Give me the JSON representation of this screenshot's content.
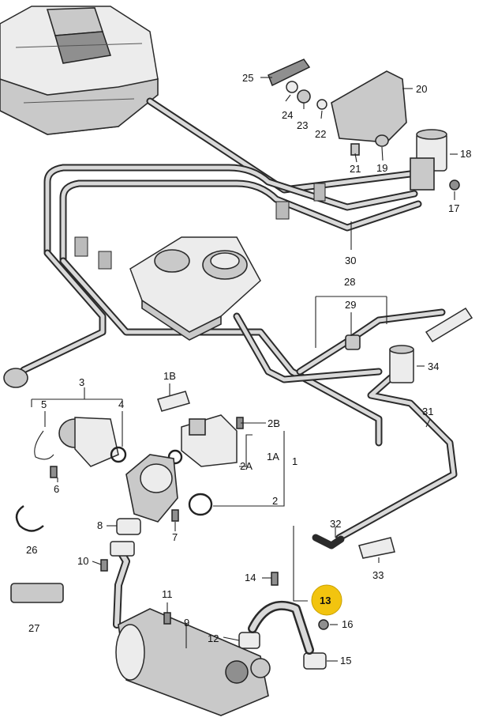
{
  "diagram": {
    "highlight_color": "#f2c40f",
    "callouts": {
      "c1": "1",
      "c1A": "1A",
      "c1B": "1B",
      "c2": "2",
      "c2A": "2A",
      "c2B": "2B",
      "c3": "3",
      "c4": "4",
      "c5": "5",
      "c6": "6",
      "c7": "7",
      "c8": "8",
      "c9": "9",
      "c10": "10",
      "c11": "11",
      "c12": "12",
      "c13": "13",
      "c14": "14",
      "c15": "15",
      "c16": "16",
      "c17": "17",
      "c18": "18",
      "c19": "19",
      "c20": "20",
      "c21": "21",
      "c22": "22",
      "c23": "23",
      "c24": "24",
      "c25": "25",
      "c26": "26",
      "c27": "27",
      "c28": "28",
      "c29": "29",
      "c30": "30",
      "c31": "31",
      "c32": "32",
      "c33": "33",
      "c34": "34"
    },
    "highlighted_callout": "13"
  }
}
